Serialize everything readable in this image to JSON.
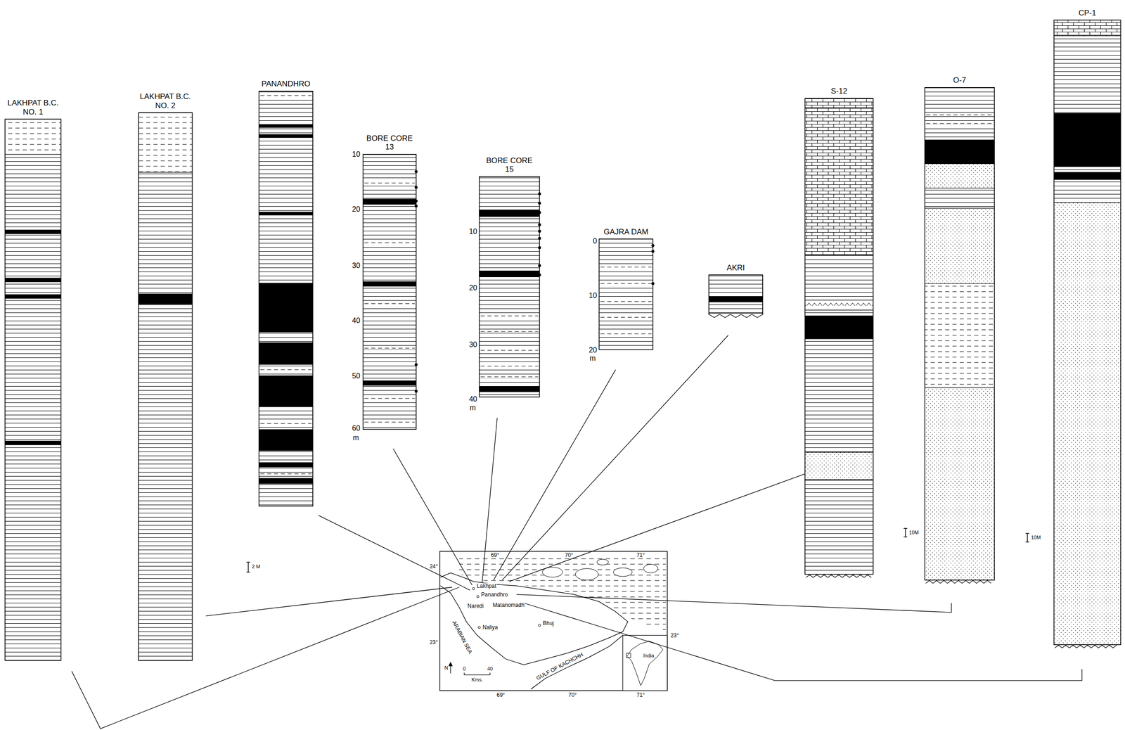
{
  "diagram": {
    "nodes": [
      {
        "text": [
          "LAKHPAT B.C. NO. 1"
        ]
      },
      {
        "text": [
          "LAKHPAT B.C. NO. 2"
        ]
      },
      {
        "text": [
          "PANANDHRO"
        ]
      },
      {
        "text": [
          "BORE CORE 13"
        ]
      },
      {
        "text": [
          "BORE CORE 15"
        ]
      },
      {
        "text": [
          "GAJRA DAM"
        ]
      },
      {
        "text": [
          "AKRI"
        ]
      },
      {
        "text": [
          "S-12"
        ]
      },
      {
        "text": [
          "O-7"
        ]
      },
      {
        "text": [
          "CP-1"
        ]
      }
    ],
    "labels": [
      "10",
      "20",
      "30",
      "40",
      "50",
      "60",
      "m",
      "10",
      "20",
      "30",
      "40",
      "m",
      "0",
      "10",
      "20",
      "m",
      "2 M",
      "10M",
      "10M",
      "24°",
      "69°",
      "70°",
      "71°",
      "23°",
      "Lakhpat",
      "Panandhro",
      "Naredi",
      "Matanomadh",
      "Naliya",
      "Bhuj",
      "ARABIAN SEA",
      "GULF OF KACHCHH",
      "N",
      "0",
      "40",
      "Kms.",
      "India",
      "69°",
      "70°",
      "71°",
      "23°"
    ]
  }
}
